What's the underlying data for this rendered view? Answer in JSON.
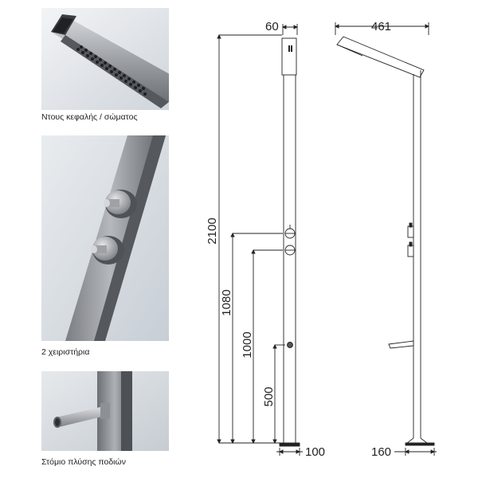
{
  "photos": [
    {
      "caption": "Ντους κεφαλής / σώματος"
    },
    {
      "caption": "2 χειριστήρια"
    },
    {
      "caption": "Στόμιο πλύσης ποδιών"
    }
  ],
  "drawing": {
    "dim_head_width": "60",
    "dim_head_length": "461",
    "dim_total_height": "2100",
    "dim_upper_control": "1080",
    "dim_lower_control": "1000",
    "dim_foot_tap": "500",
    "dim_base_front": "100",
    "dim_base_side": "160"
  },
  "colors": {
    "photo_bg": "#dfe3e7",
    "steel_dark": "#6e7176",
    "steel_light": "#b9bcc0",
    "line": "#222222"
  }
}
